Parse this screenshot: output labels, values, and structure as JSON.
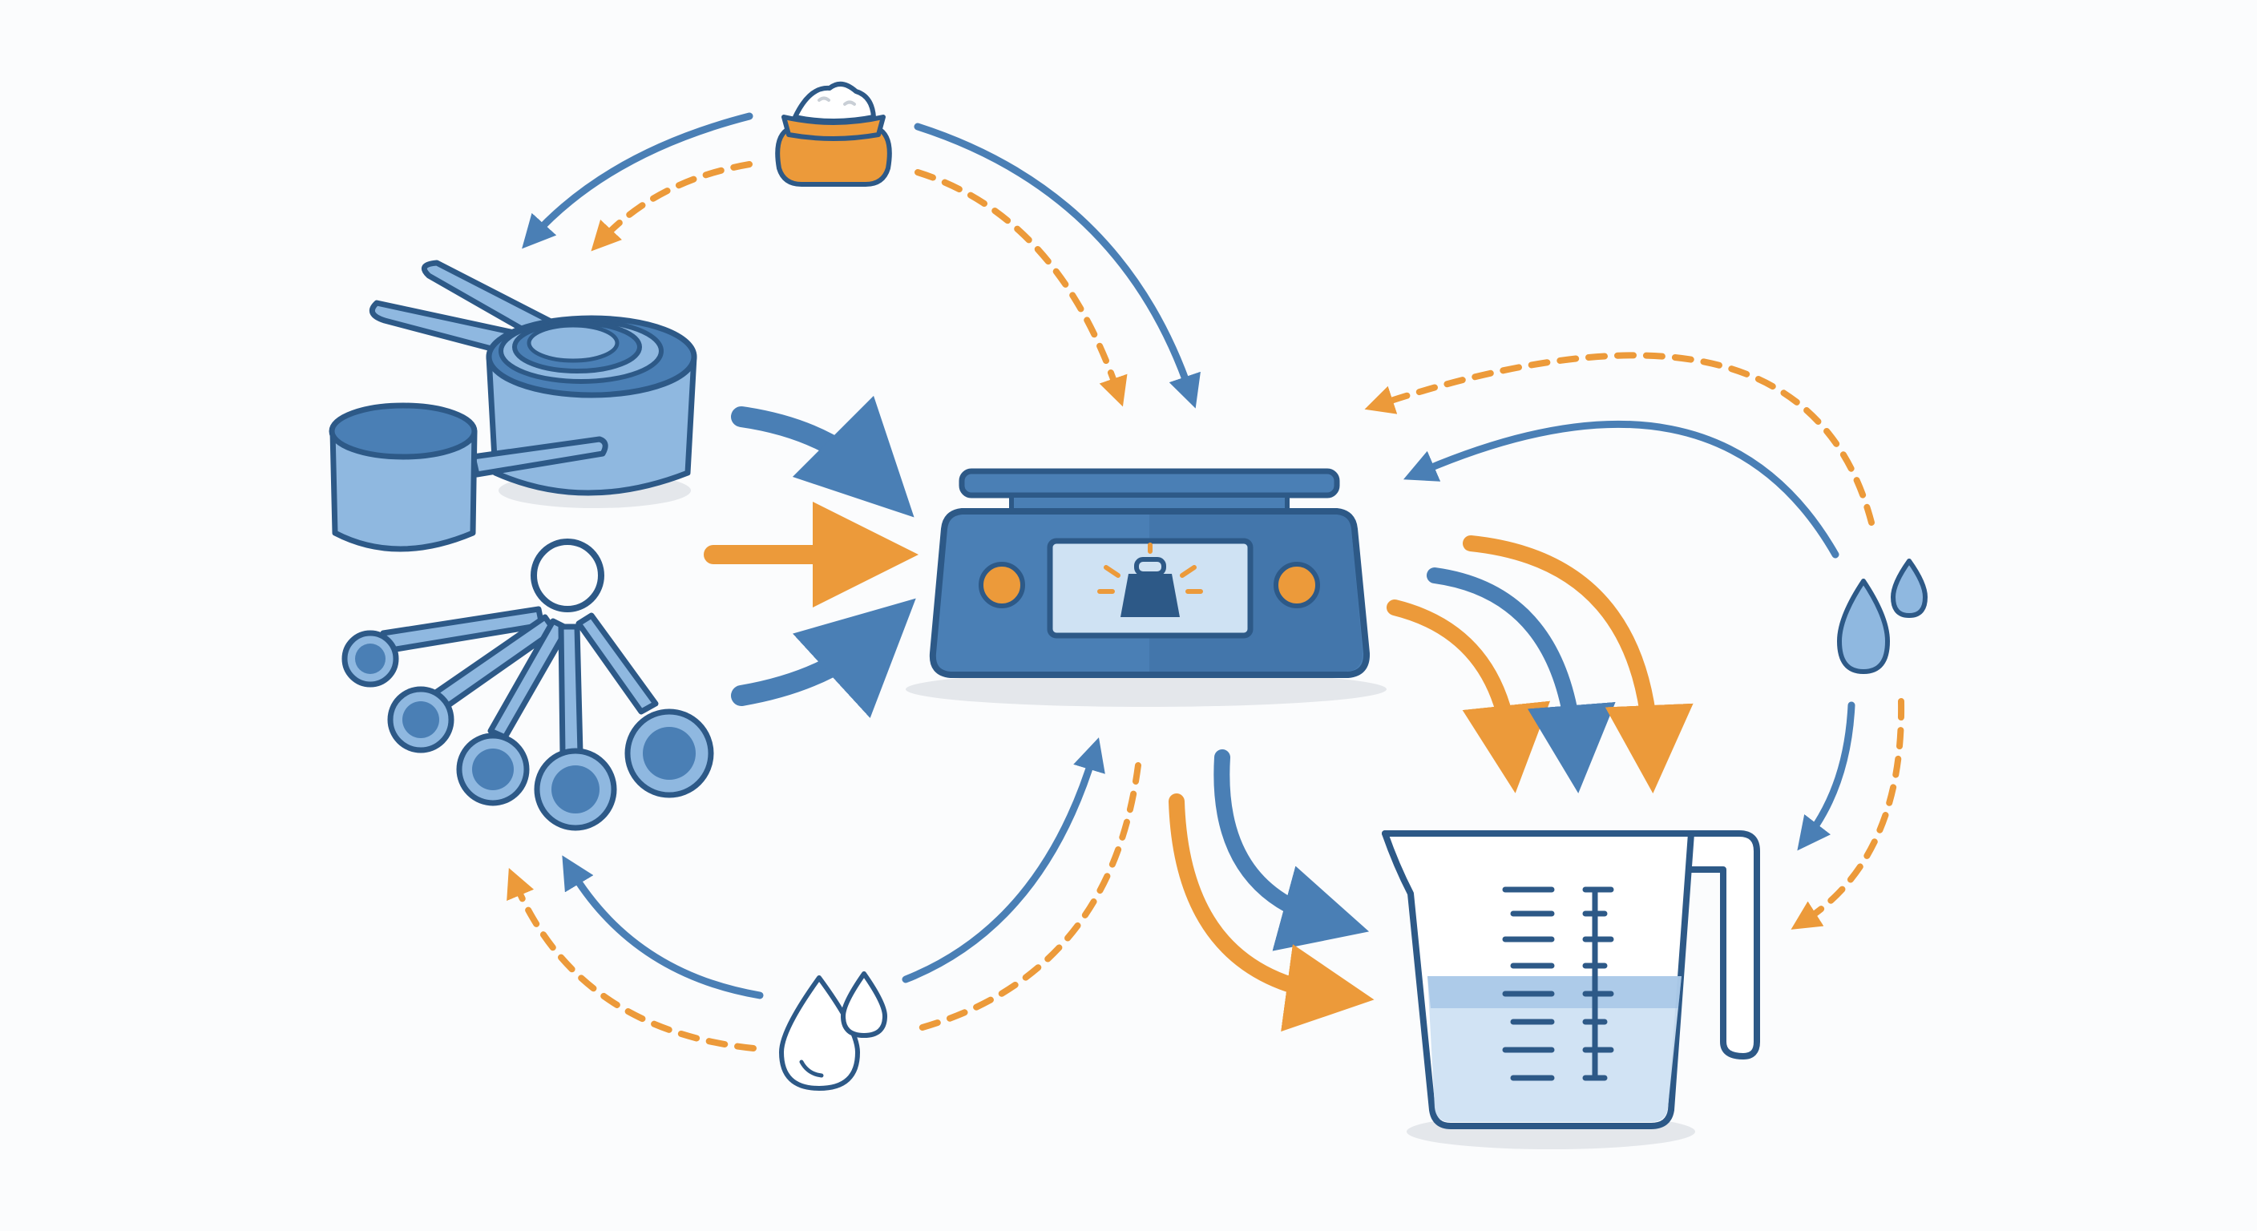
{
  "colors": {
    "blue": "#4a7fb5",
    "blue_light": "#8fb8e0",
    "blue_pale": "#cfe2f3",
    "outline": "#2d5987",
    "orange": "#ec9a3a",
    "shadow": "#e4e7eb",
    "background": "#fbfcfd"
  },
  "icons": [
    "flour-sack-icon",
    "measuring-cups-icon",
    "measuring-spoons-icon",
    "kitchen-scale-icon",
    "weight-icon",
    "measuring-jug-icon",
    "water-drops-icon"
  ],
  "arrow_styles": [
    "solid-blue",
    "solid-orange",
    "dashed-orange"
  ]
}
